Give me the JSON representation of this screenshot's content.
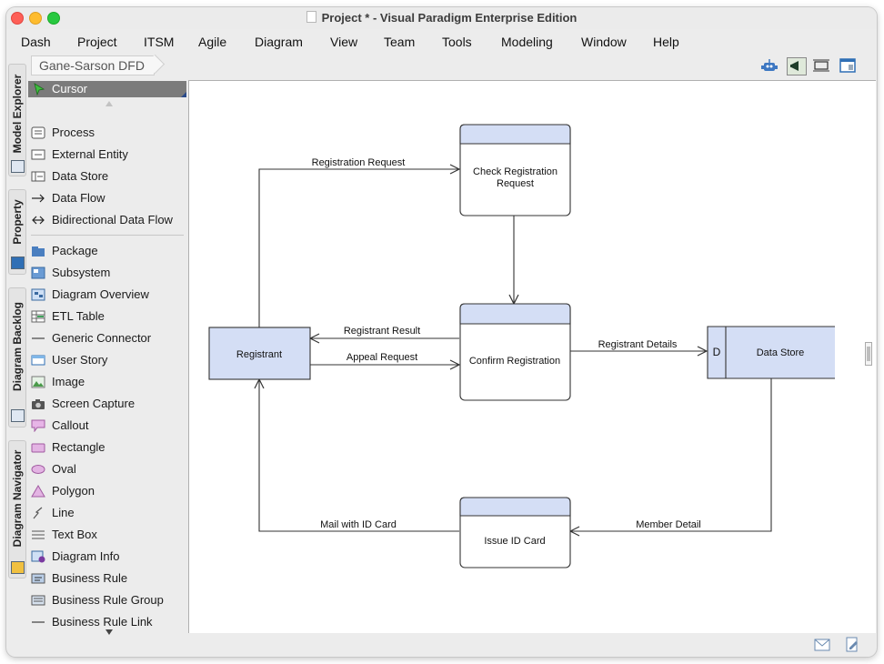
{
  "window": {
    "title": "Project * - Visual Paradigm Enterprise Edition"
  },
  "menu": [
    "Dash",
    "Project",
    "ITSM",
    "Agile",
    "Diagram",
    "View",
    "Team",
    "Tools",
    "Modeling",
    "Window",
    "Help"
  ],
  "side_tabs": [
    "Model Explorer",
    "Property",
    "Diagram Backlog",
    "Diagram Navigator"
  ],
  "breadcrumb": "Gane-Sarson DFD",
  "palette": {
    "cursor": "Cursor",
    "group1": [
      "Process",
      "External Entity",
      "Data Store",
      "Data Flow",
      "Bidirectional Data Flow"
    ],
    "group2": [
      "Package",
      "Subsystem",
      "Diagram Overview",
      "ETL Table",
      "Generic Connector",
      "User Story",
      "Image",
      "Screen Capture",
      "Callout",
      "Rectangle",
      "Oval",
      "Polygon",
      "Line",
      "Text Box",
      "Diagram Info",
      "Business Rule",
      "Business Rule Group",
      "Business Rule Link"
    ]
  },
  "diagram": {
    "processes": {
      "check": "Check Registration Request",
      "confirm": "Confirm Registration",
      "issue": "Issue ID Card"
    },
    "entity": "Registrant",
    "datastore": {
      "id": "D",
      "name": "Data Store"
    },
    "flows": {
      "registration_request": "Registration Request",
      "registrant_result": "Registrant Result",
      "appeal_request": "Appeal Request",
      "registrant_details": "Registrant Details",
      "mail_with_id_card": "Mail with ID Card",
      "member_detail": "Member Detail"
    }
  },
  "colors": {
    "shape_fill": "#d4def5",
    "shape_stroke": "#333333",
    "palette_selected": "#7b7b7b"
  }
}
